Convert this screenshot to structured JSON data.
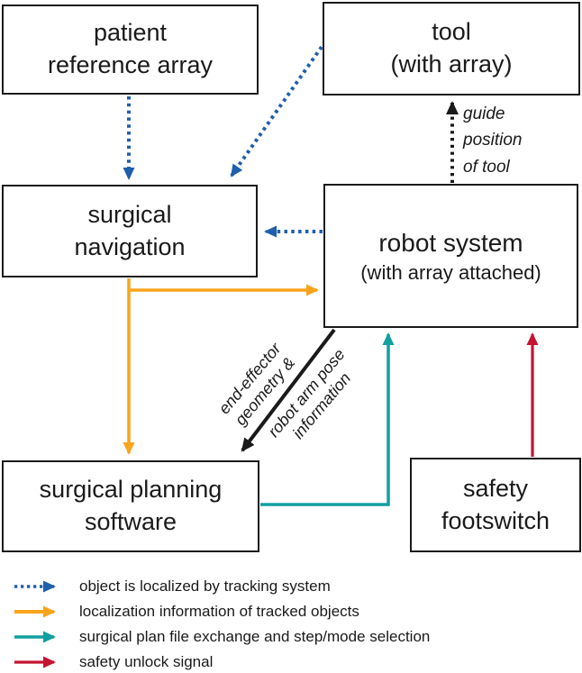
{
  "diagram": {
    "nodes": {
      "patient_reference_array": {
        "line1": "patient",
        "line2": "reference array"
      },
      "tool": {
        "line1": "tool",
        "line2": "(with array)"
      },
      "surgical_navigation": {
        "line1": "surgical",
        "line2": "navigation"
      },
      "robot_system": {
        "line1": "robot system",
        "line2": "(with array attached)"
      },
      "surgical_planning_software": {
        "line1": "surgical planning",
        "line2": "software"
      },
      "safety_footswitch": {
        "line1": "safety",
        "line2": "footswitch"
      }
    },
    "edge_labels": {
      "guide_position": {
        "line1": "guide",
        "line2": "position",
        "line3": "of tool"
      },
      "end_effector_geometry": {
        "line1": "end-effector",
        "line2": "geometry &"
      },
      "robot_arm_pose": {
        "line1": "robot arm pose",
        "line2": "information"
      }
    },
    "colors": {
      "tracking_blue": "#1F5FAC",
      "localization_orange": "#FAA41C",
      "plan_teal": "#129FA0",
      "safety_red": "#C41432",
      "arrow_black": "#1A1A1A"
    }
  },
  "legend": {
    "items": [
      {
        "label": "object is localized by tracking system",
        "color": "#1F5FAC",
        "style": "dotted"
      },
      {
        "label": "localization information of tracked objects",
        "color": "#FAA41C",
        "style": "solid"
      },
      {
        "label": "surgical plan file exchange and step/mode selection",
        "color": "#129FA0",
        "style": "solid"
      },
      {
        "label": "safety unlock signal",
        "color": "#C41432",
        "style": "solid"
      }
    ]
  }
}
